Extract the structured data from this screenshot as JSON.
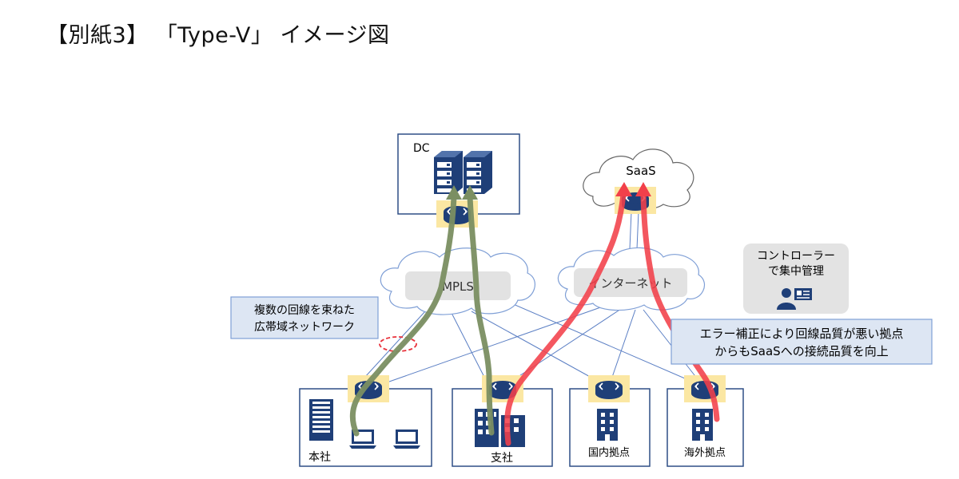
{
  "title": "【別紙3】 「Type-V」 イメージ図",
  "dc": {
    "label": "DC"
  },
  "saas": {
    "label": "SaaS"
  },
  "networks": {
    "mpls": "MPLS",
    "internet": "インターネット"
  },
  "controller": {
    "line1": "コントローラー",
    "line2": "で集中管理"
  },
  "callouts": {
    "bundle": {
      "line1": "複数の回線を束ねた",
      "line2": "広帯域ネットワーク"
    },
    "error": {
      "line1": "エラー補正により回線品質が悪い拠点",
      "line2": "からもSaaSへの接続品質を向上"
    }
  },
  "sites": {
    "honsha": "本社",
    "shisha": "支社",
    "kokunai": "国内拠点",
    "kaigai": "海外拠点"
  },
  "colors": {
    "navy": "#1f3f78",
    "box_border": "#2f4f86",
    "router_highlight": "#fbe7a3",
    "green_path": "#7b8f62",
    "red_path": "#f2404a",
    "link_line": "#5b7fc4",
    "callout_fill": "#dde6f3",
    "callout_border": "#7f9fd6",
    "cloud_label_fill": "#e2e2e2",
    "controller_fill": "#e3e3e3"
  }
}
